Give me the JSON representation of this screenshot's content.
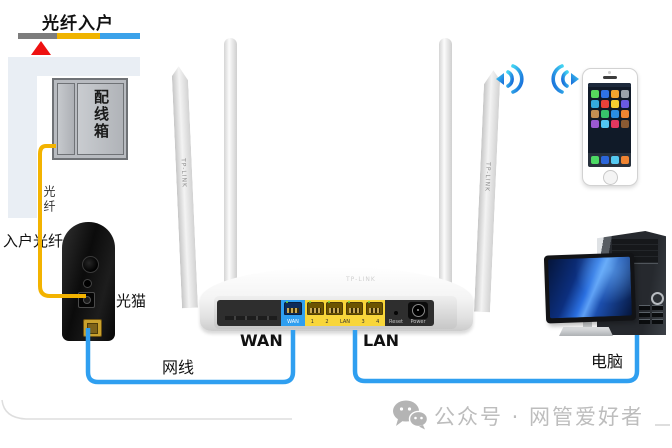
{
  "colors": {
    "fiber_cable": "#f3b300",
    "ethernet_cable": "#2f9ff0",
    "bar_gray": "#7d7d7d",
    "bar_yellow": "#f0b400",
    "bar_blue": "#3ba2ea",
    "arrow_red": "#ee1111",
    "wan_port_blue": "#2f9ff0",
    "lan_port_yellow": "#f8d63a",
    "corner_line_gray": "#dedede"
  },
  "top_left": {
    "title": "光纤入户",
    "distribution_box": "配线箱",
    "fiber_label_vertical": "光纤",
    "incoming_fiber_label": "入户光纤"
  },
  "modem": {
    "label": "光猫"
  },
  "cables": {
    "ethernet_label": "网线"
  },
  "router": {
    "brand": "TP-LINK",
    "wan_label_large": "WAN",
    "lan_label_large": "LAN",
    "port_strip": {
      "wan": "WAN",
      "lan_ports": [
        "1",
        "2",
        "LAN",
        "3",
        "4"
      ],
      "reset": "Reset",
      "power": "Power"
    }
  },
  "devices": {
    "computer_label": "电脑"
  },
  "icons": {
    "wifi_left": "wifi-signal-icon",
    "wifi_right": "wifi-signal-icon",
    "wechat": "wechat-logo-icon"
  },
  "phone": {
    "grid_colors": [
      "#57d85c",
      "#2f72e4",
      "#f0a32f",
      "#9aa2ab",
      "#35aadc",
      "#e8413a",
      "#f5ce31",
      "#6a5ae0",
      "#c28e52",
      "#37c26a",
      "#2b8de0",
      "#ef8432",
      "#9b59d0",
      "#52c6f2",
      "#e2375f",
      "#8a5a33"
    ],
    "dock_colors": [
      "#4cd964",
      "#2b66d9",
      "#55c8f0",
      "#ef8432"
    ]
  },
  "watermark": {
    "text": "公众号 · 网管爱好者"
  }
}
